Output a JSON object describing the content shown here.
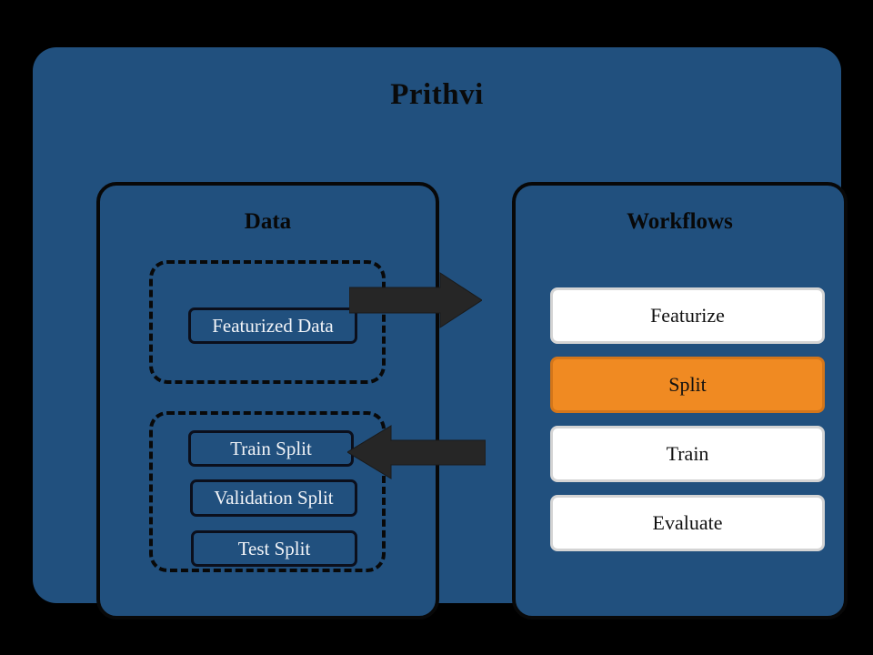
{
  "diagram": {
    "title": "Prithvi",
    "background_color": "#000000",
    "panel_color": "#21507E",
    "accent_color": "#F08A22",
    "line_color": "#080808"
  },
  "data_panel": {
    "title": "Data",
    "groups": [
      {
        "name": "featurized-group",
        "items": [
          {
            "label": "Featurized Data"
          }
        ]
      },
      {
        "name": "splits-group",
        "items": [
          {
            "label": "Train Split"
          },
          {
            "label": "Validation Split"
          },
          {
            "label": "Test Split"
          }
        ]
      }
    ]
  },
  "workflows_panel": {
    "title": "Workflows",
    "steps": [
      {
        "label": "Featurize",
        "state": "idle"
      },
      {
        "label": "Split",
        "state": "active"
      },
      {
        "label": "Train",
        "state": "idle"
      },
      {
        "label": "Evaluate",
        "state": "idle"
      }
    ]
  },
  "arrows": [
    {
      "name": "featurized-data-to-workflows-arrow",
      "direction": "right"
    },
    {
      "name": "workflows-to-splits-arrow",
      "direction": "left"
    }
  ]
}
